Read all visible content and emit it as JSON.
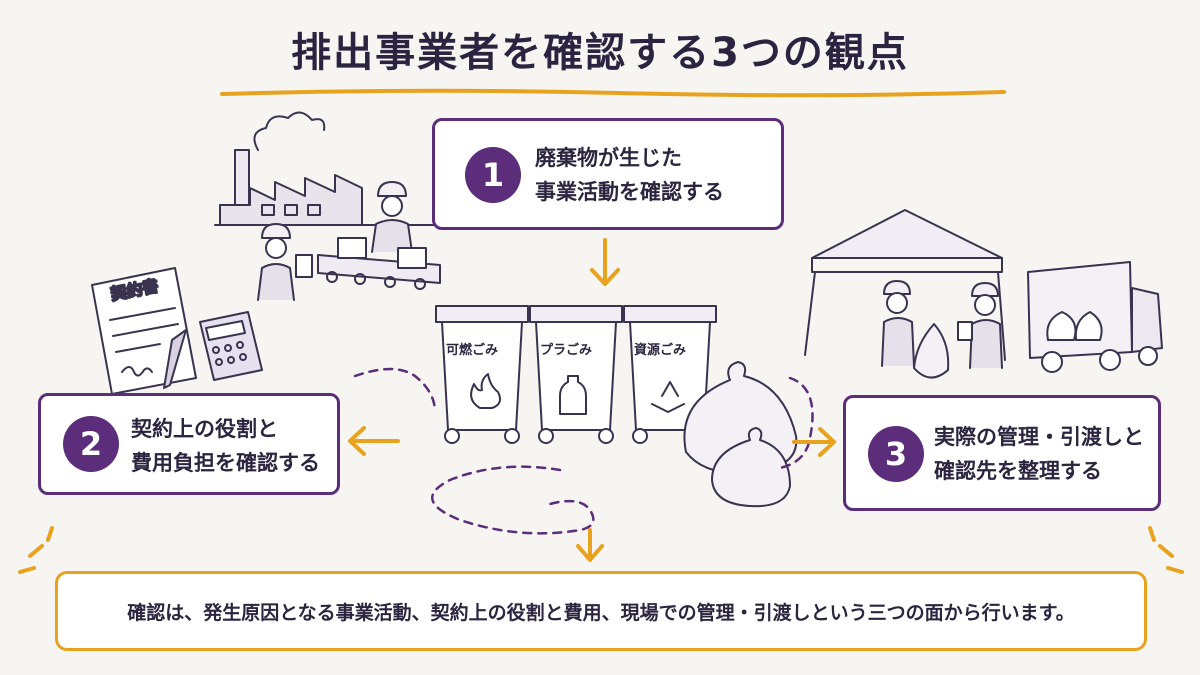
{
  "title": "排出事業者を確認する3つの観点",
  "steps": [
    {
      "number": "1",
      "line1": "廃棄物が生じた",
      "line2": "事業活動を確認する"
    },
    {
      "number": "2",
      "line1": "契約上の役割と",
      "line2": "費用負担を確認する"
    },
    {
      "number": "3",
      "line1": "実際の管理・引渡しと",
      "line2": "確認先を整理する"
    }
  ],
  "bins": [
    "可燃ごみ",
    "プラごみ",
    "資源ごみ"
  ],
  "contract_label": "契約書",
  "summary": "確認は、発生原因となる事業活動、契約上の役割と費用、現場での管理・引渡しという三つの面から行います。",
  "colors": {
    "purple": "#5b2d7a",
    "orange": "#e8a21e",
    "ink": "#2b2540"
  }
}
